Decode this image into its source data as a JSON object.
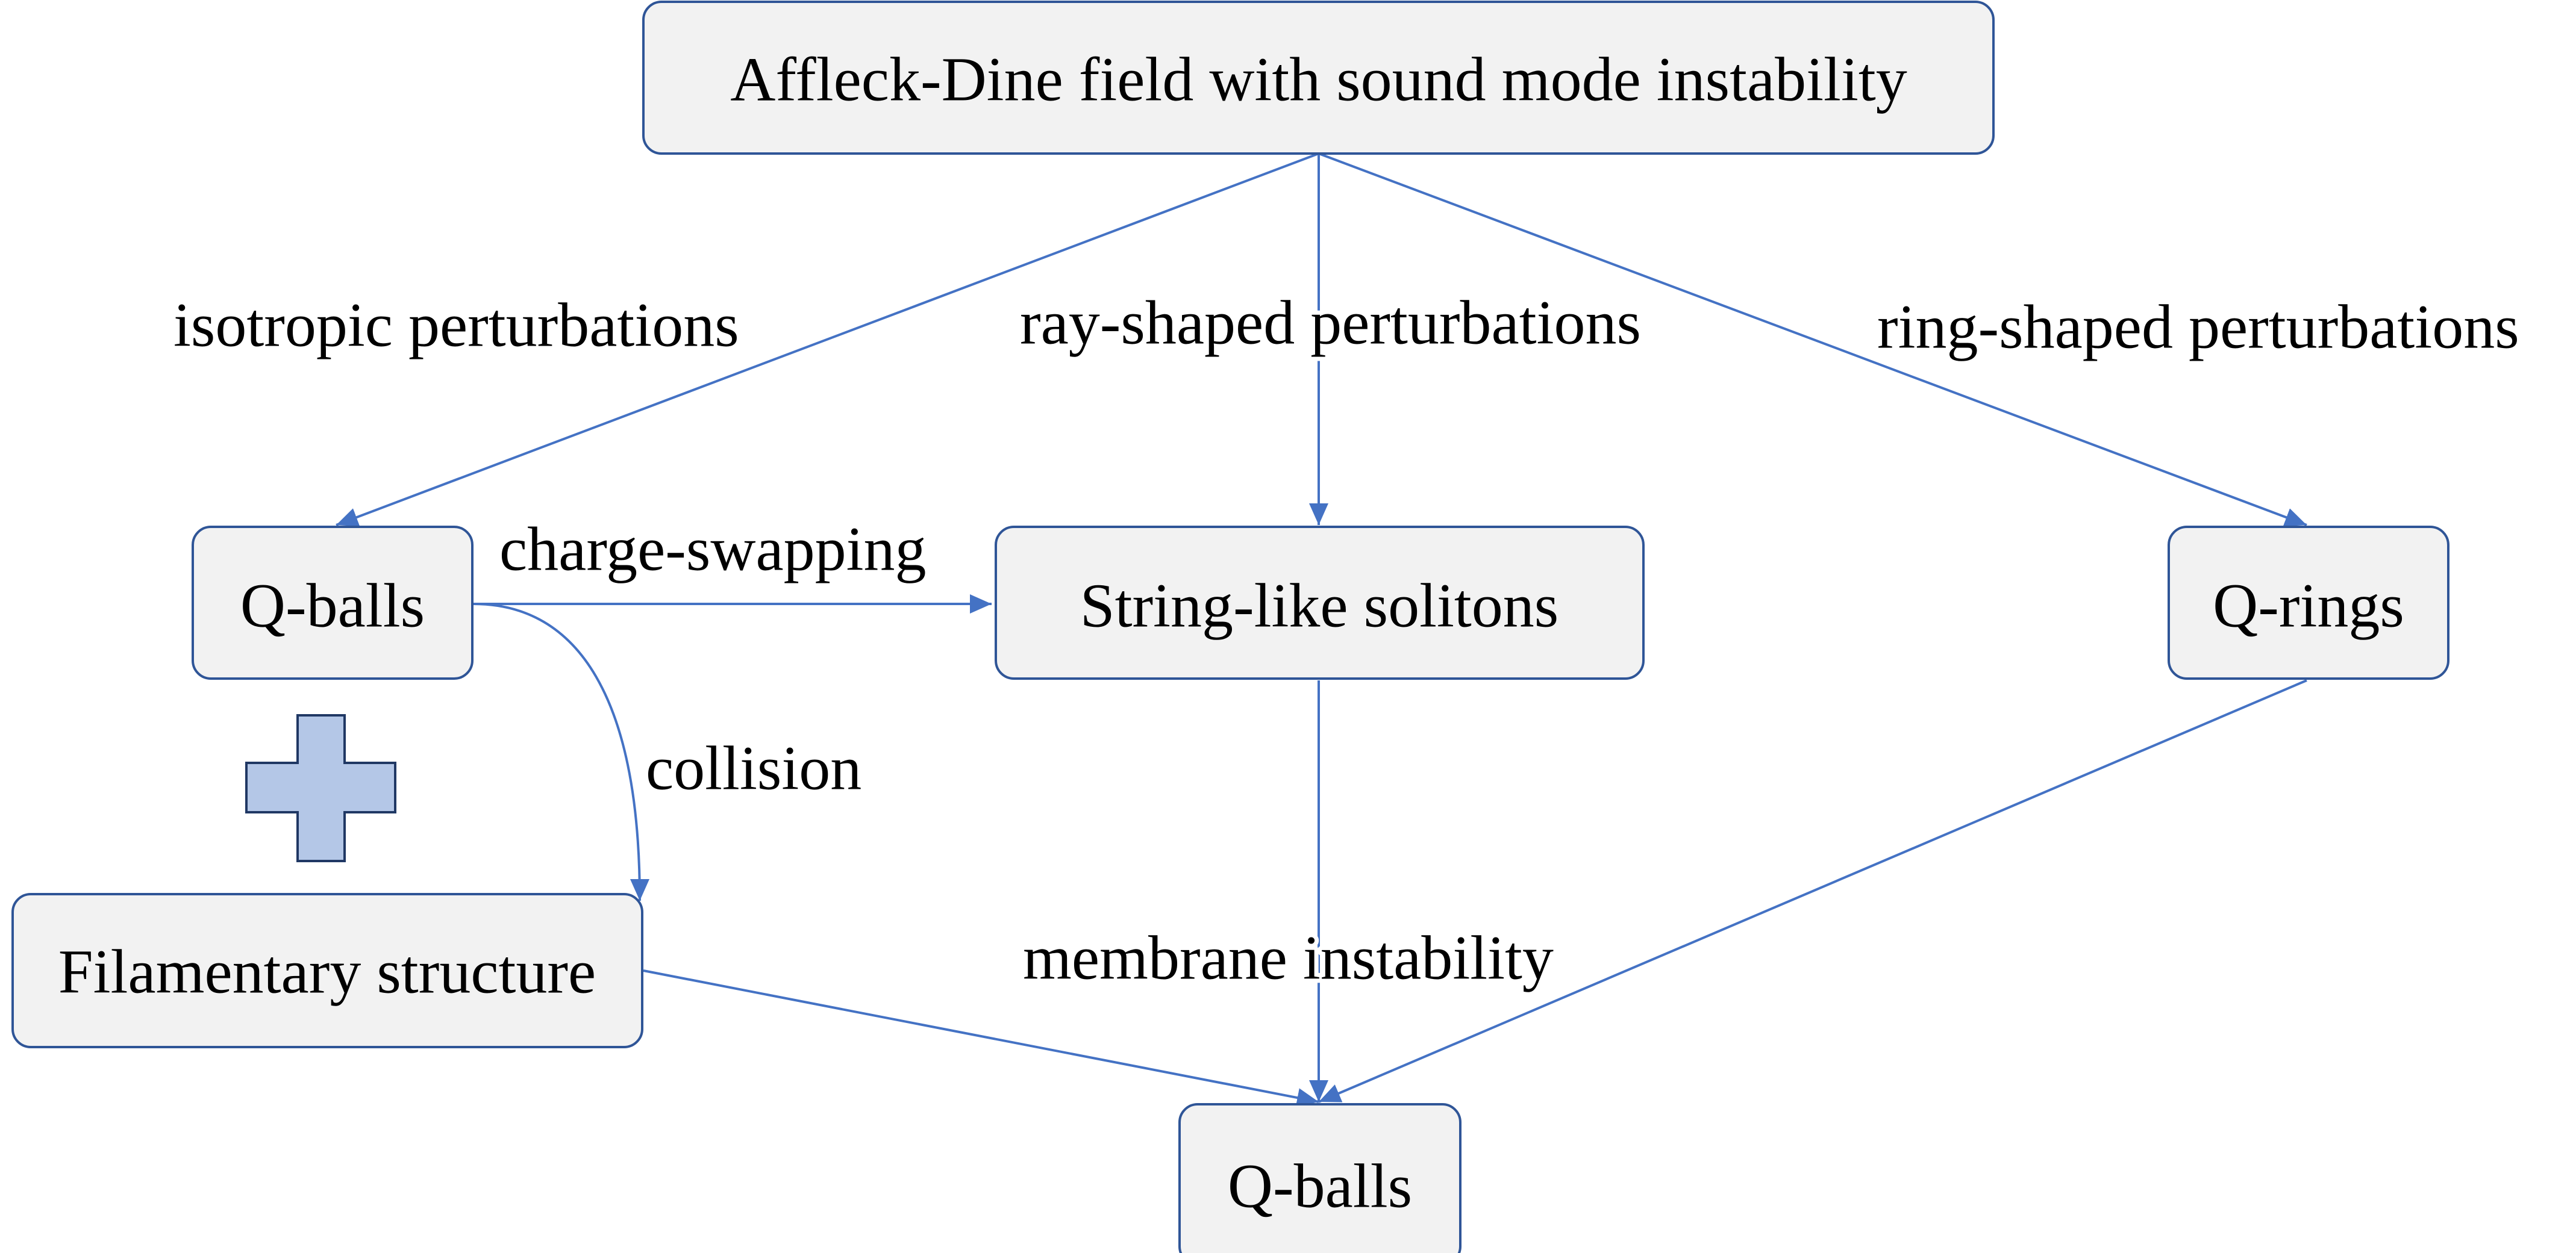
{
  "colors": {
    "box_stroke": "#2f5597",
    "box_fill": "#f2f2f2",
    "edge": "#4472c4",
    "plus_fill": "#b4c7e7",
    "plus_stroke": "#203864"
  },
  "nodes": {
    "root": "Affleck-Dine field with sound mode instability",
    "qballs_left": "Q-balls",
    "string_solitons": "String-like solitons",
    "qrings": "Q-rings",
    "filamentary": "Filamentary structure",
    "qballs_bottom": "Q-balls"
  },
  "edge_labels": {
    "isotropic": "isotropic perturbations",
    "ray_shaped": "ray-shaped perturbations",
    "ring_shaped": "ring-shaped perturbations",
    "charge_swapping": "charge-swapping",
    "collision": "collision",
    "membrane": "membrane instability"
  },
  "icons": {
    "plus": "plus-icon"
  }
}
